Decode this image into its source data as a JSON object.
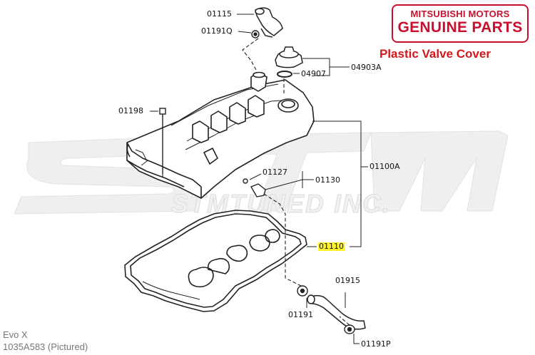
{
  "brand": {
    "line1": "MITSUBISHI MOTORS",
    "line2": "GENUINE PARTS",
    "color": "#c8102e"
  },
  "product_title": "Plastic Valve Cover",
  "watermark": {
    "text": "STM",
    "subtext": "STMTUNED INC."
  },
  "callouts": [
    {
      "id": "01115",
      "label": "01115"
    },
    {
      "id": "01191Q",
      "label": "01191Q"
    },
    {
      "id": "04907",
      "label": "04907"
    },
    {
      "id": "04903A",
      "label": "04903A"
    },
    {
      "id": "01198",
      "label": "01198"
    },
    {
      "id": "01127",
      "label": "01127"
    },
    {
      "id": "01130",
      "label": "01130"
    },
    {
      "id": "01100A",
      "label": "01100A"
    },
    {
      "id": "01110",
      "label": "01110"
    },
    {
      "id": "01915",
      "label": "01915"
    },
    {
      "id": "01191",
      "label": "01191"
    },
    {
      "id": "01191P",
      "label": "01191P"
    }
  ],
  "footer": {
    "model": "Evo X",
    "part_number": "1035A583  (Pictured)"
  },
  "colors": {
    "highlight": "#fff22a",
    "title_red": "#d6161c",
    "watermark_grey": "#ececec"
  }
}
